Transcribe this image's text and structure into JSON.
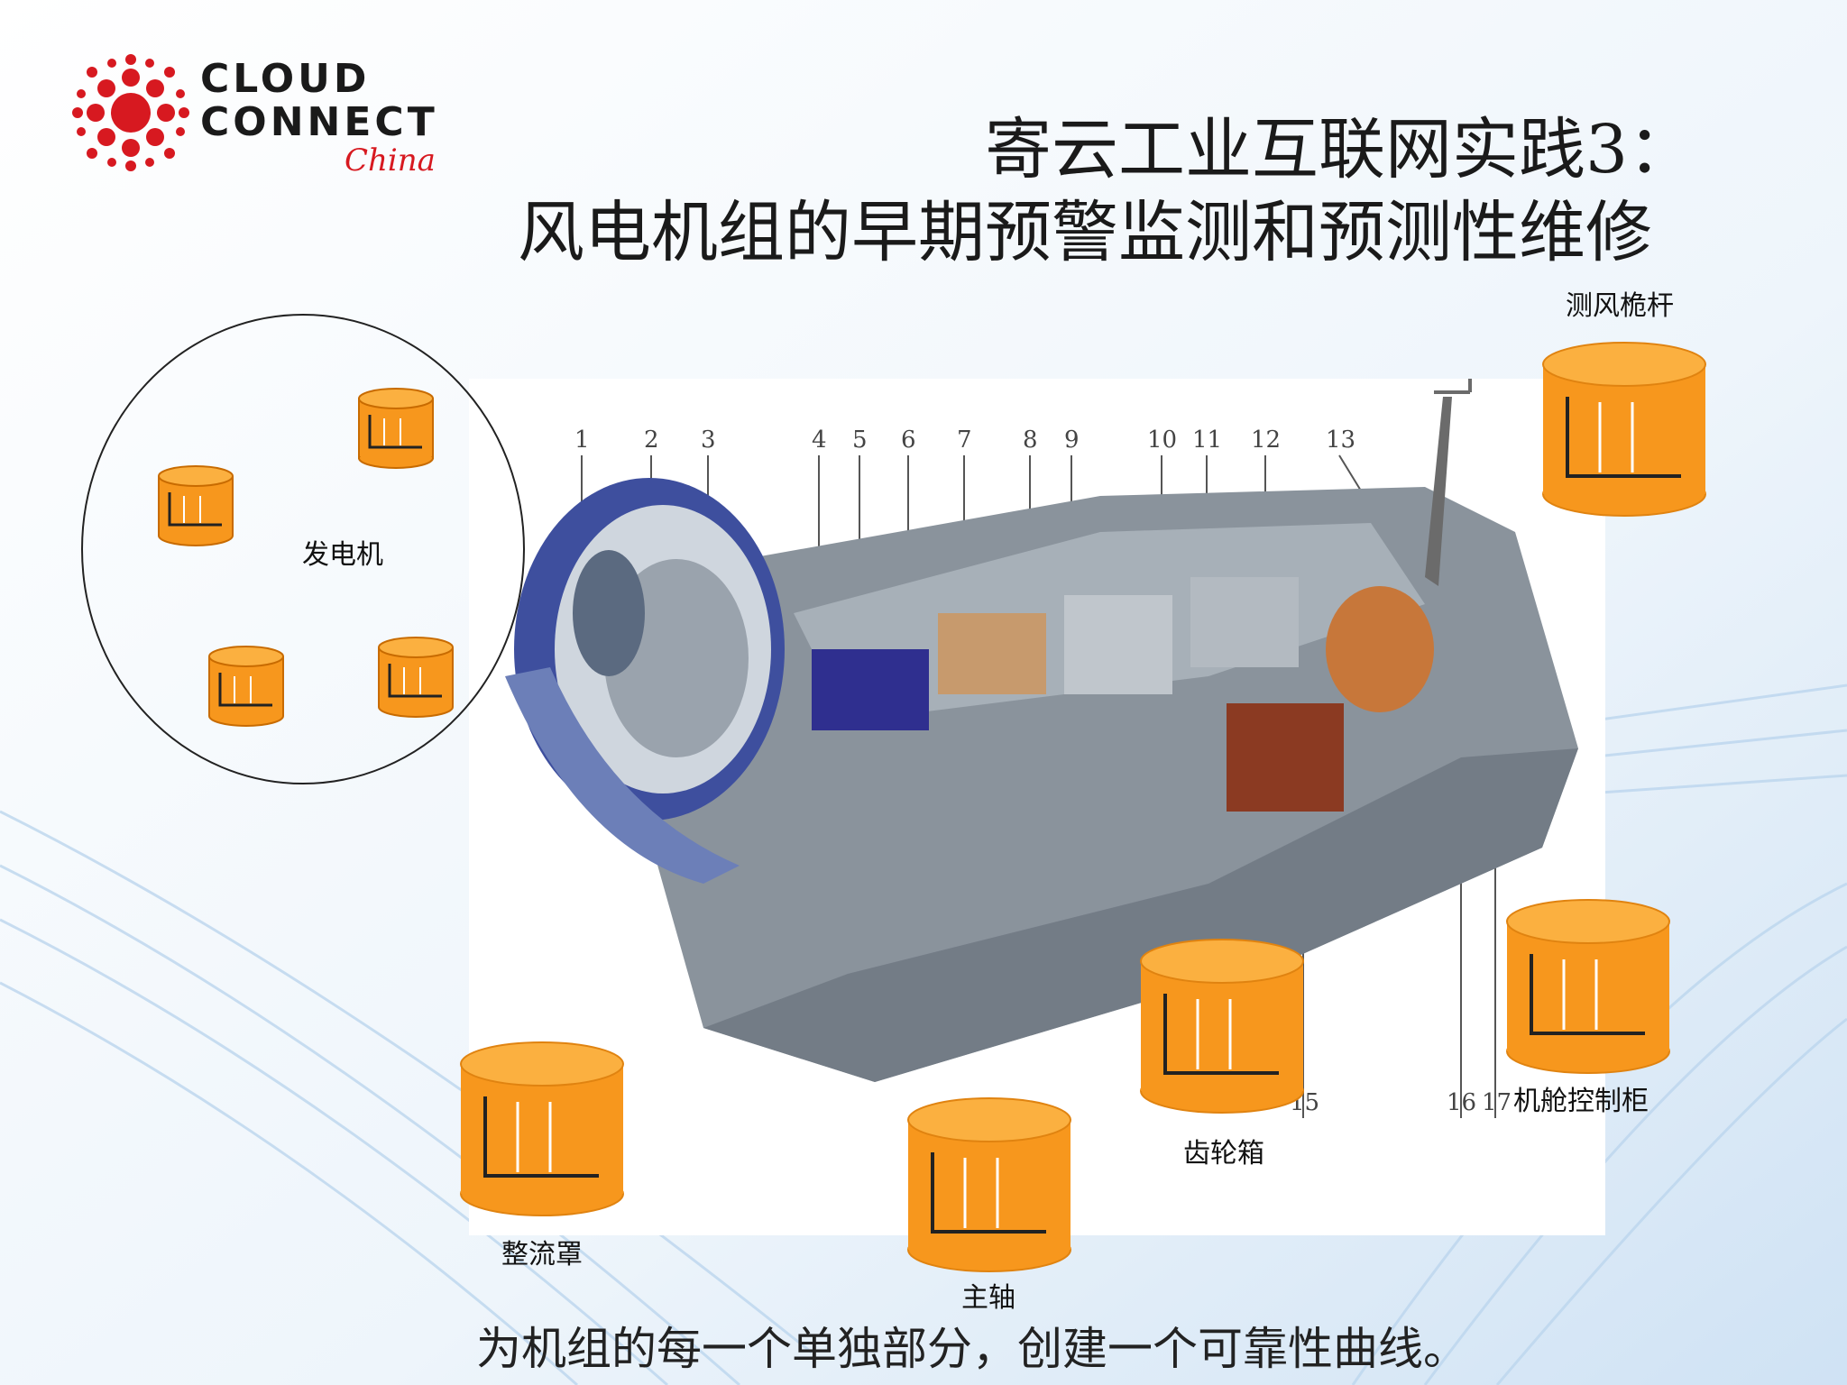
{
  "logo": {
    "line1": "CLOUD",
    "line2": "CONNECT",
    "line3": "China"
  },
  "title": {
    "line1": "寄云工业互联网实践3：",
    "line2": "风电机组的早期预警监测和预测性维修"
  },
  "callouts": {
    "numbers": [
      "1",
      "2",
      "3",
      "4",
      "5",
      "6",
      "7",
      "8",
      "9",
      "10",
      "11",
      "12",
      "13",
      "15",
      "16",
      "17"
    ]
  },
  "labels": {
    "anemometer": "测风桅杆",
    "generator": "发电机",
    "spinner": "整流罩",
    "main_shaft": "主轴",
    "gearbox": "齿轮箱",
    "nacelle_cabinet": "机舱控制柜"
  },
  "footer": "为机组的每一个单独部分，创建一个可靠性曲线。",
  "colors": {
    "cylinder": "#f7971d",
    "cylinder_top": "#fbb040",
    "nacelle": "#8a939c"
  }
}
